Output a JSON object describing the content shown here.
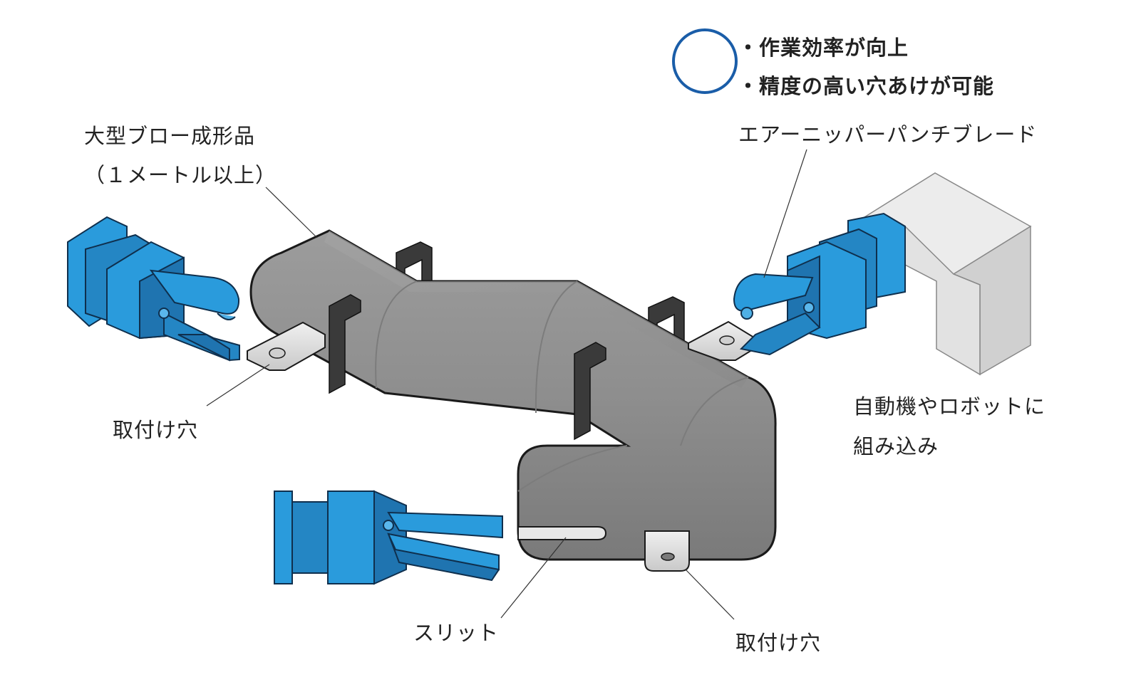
{
  "benefits": {
    "marker": "○",
    "marker_color": "#1a5da8",
    "items": [
      "・作業効率が向上",
      "・精度の高い穴あけが可能"
    ]
  },
  "labels": {
    "molded_part_line1": "大型ブロー成形品",
    "molded_part_line2": "（１メートル以上）",
    "blade": "エアーニッパーパンチブレード",
    "robot_line1": "自動機やロボットに",
    "robot_line2": "組み込み",
    "mount_hole_left": "取付け穴",
    "slit": "スリット",
    "mount_hole_bottom": "取付け穴"
  },
  "colors": {
    "tool_blue": "#2a9bdc",
    "tool_blue_dark": "#1f74b0",
    "part_gray": "#8c8c8c",
    "bracket_dark": "#3a3a3a",
    "tab_light": "#e4e4e4",
    "robot_gray": "#dcdcdc"
  }
}
